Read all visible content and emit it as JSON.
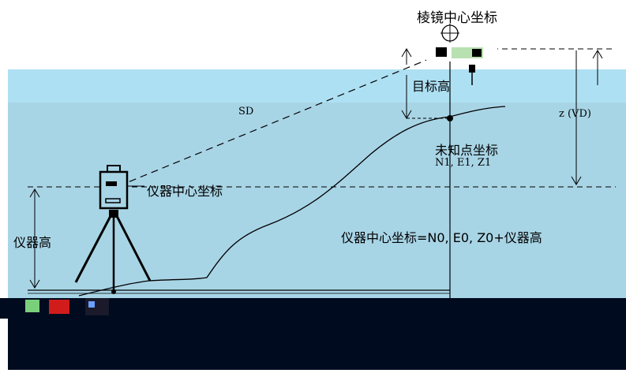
{
  "colors": {
    "sky_top": "#ffffff",
    "light_band": "#aee0f3",
    "water": "#a8d5e6",
    "ground": "#000b1f",
    "line": "#000000"
  },
  "labels": {
    "prism_center": "棱镜中心坐标",
    "target_height": "目标高",
    "sd": "SD",
    "z_vd": "z (VD)",
    "unknown_point": "未知点坐标",
    "unknown_coords": "N1, E1, Z1",
    "instrument_center": "仪器中心坐标",
    "instrument_height": "仪器高",
    "formula": "仪器中心坐标=N0, E0, Z0+仪器高"
  },
  "icons": {
    "prism": "prism-reflector-icon",
    "instrument": "total-station-icon",
    "tripod": "tripod-icon"
  }
}
